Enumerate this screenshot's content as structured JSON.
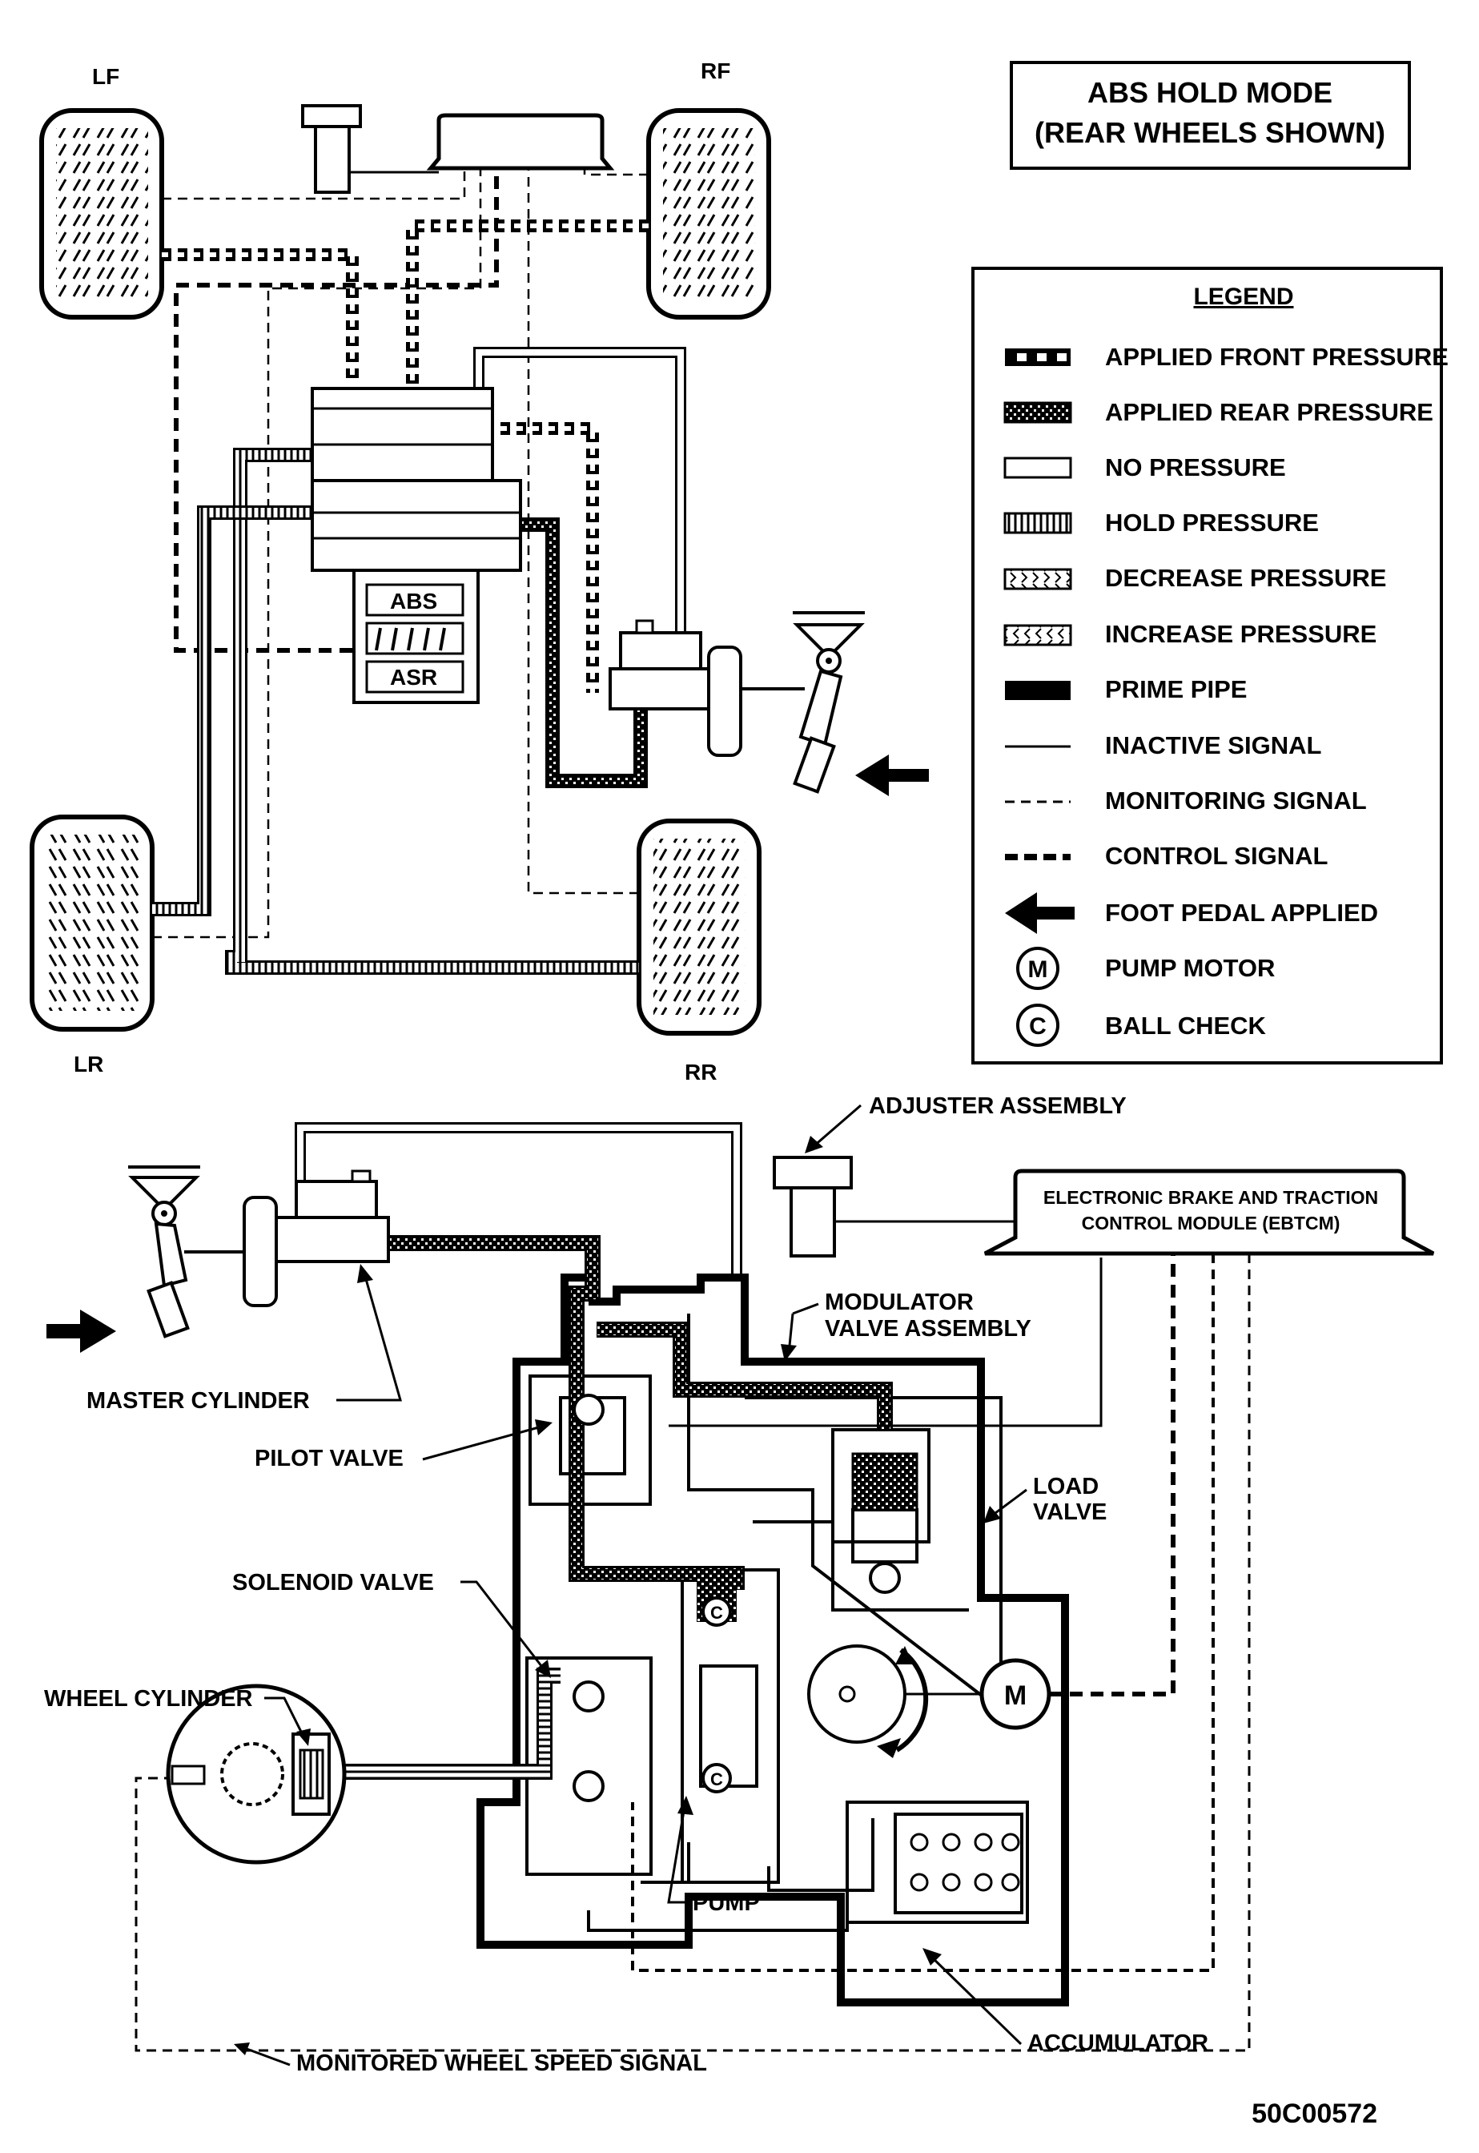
{
  "title": {
    "line1": "ABS HOLD MODE",
    "line2": "(REAR WHEELS SHOWN)"
  },
  "wheels": {
    "lf": "LF",
    "rf": "RF",
    "lr": "LR",
    "rr": "RR"
  },
  "modules": {
    "abs": "ABS",
    "asr": "ASR"
  },
  "legend": {
    "heading": "LEGEND",
    "items": [
      {
        "key": "applied-front",
        "label": "APPLIED FRONT PRESSURE"
      },
      {
        "key": "applied-rear",
        "label": "APPLIED REAR PRESSURE"
      },
      {
        "key": "no-pressure",
        "label": "NO PRESSURE"
      },
      {
        "key": "hold",
        "label": "HOLD PRESSURE"
      },
      {
        "key": "decrease",
        "label": "DECREASE PRESSURE"
      },
      {
        "key": "increase",
        "label": "INCREASE PRESSURE"
      },
      {
        "key": "prime",
        "label": "PRIME PIPE"
      },
      {
        "key": "inactive",
        "label": "INACTIVE SIGNAL"
      },
      {
        "key": "monitoring",
        "label": "MONITORING SIGNAL"
      },
      {
        "key": "control",
        "label": "CONTROL SIGNAL"
      },
      {
        "key": "foot-pedal",
        "label": "FOOT PEDAL APPLIED"
      },
      {
        "key": "pump-motor",
        "label": "PUMP MOTOR",
        "symbol": "M"
      },
      {
        "key": "ball-check",
        "label": "BALL CHECK",
        "symbol": "C"
      }
    ]
  },
  "callouts": {
    "adjuster": "ADJUSTER ASSEMBLY",
    "ebtcm_line1": "ELECTRONIC BRAKE AND TRACTION",
    "ebtcm_line2": "CONTROL MODULE (EBTCM)",
    "modulator_line1": "MODULATOR",
    "modulator_line2": "VALVE ASSEMBLY",
    "master_cylinder": "MASTER CYLINDER",
    "pilot_valve": "PILOT VALVE",
    "load_valve_line1": "LOAD",
    "load_valve_line2": "VALVE",
    "solenoid_valve": "SOLENOID VALVE",
    "wheel_cylinder": "WHEEL CYLINDER",
    "pump": "PUMP",
    "accumulator": "ACCUMULATOR",
    "wheel_speed": "MONITORED WHEEL SPEED SIGNAL"
  },
  "symbols": {
    "motor": "M",
    "ball_check": "C"
  },
  "figure_id": "50C00572"
}
